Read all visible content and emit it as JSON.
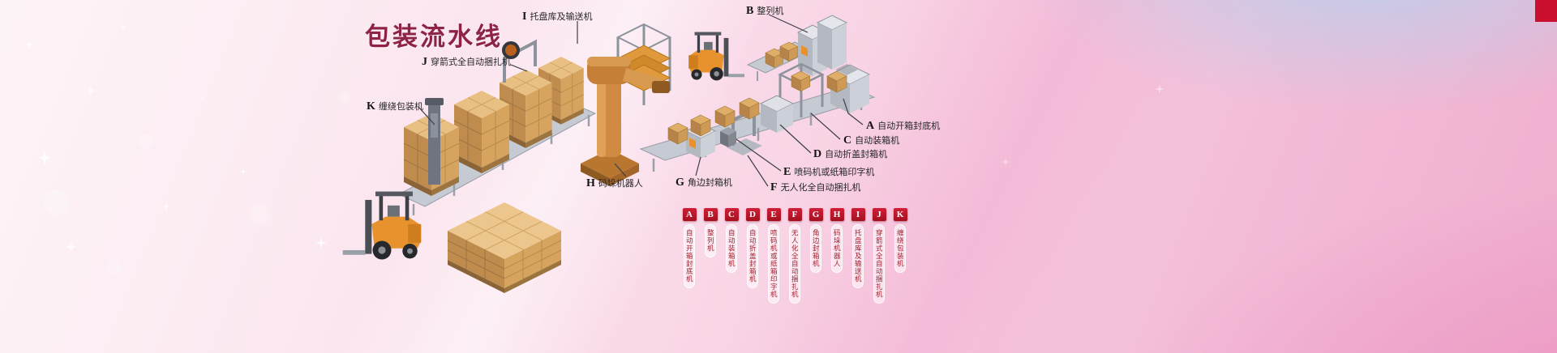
{
  "banner": {
    "title": "包装流水线"
  },
  "colors": {
    "title_text": "#8e2348",
    "legend_badge_bg": "#b5182d",
    "legend_badge_text": "#ffffff",
    "legend_label_text": "#a3202e",
    "callout_text": "#26262a",
    "corner_block": "#cb0f2e",
    "background_pink": "#f3bcd7",
    "background_blue": "#b7d0ee"
  },
  "machines": [
    {
      "letter": "A",
      "name": "自动开箱封底机"
    },
    {
      "letter": "B",
      "name": "整列机"
    },
    {
      "letter": "C",
      "name": "自动装箱机"
    },
    {
      "letter": "D",
      "name": "自动折盖封箱机"
    },
    {
      "letter": "E",
      "name": "喷码机或纸箱印字机"
    },
    {
      "letter": "F",
      "name": "无人化全自动捆扎机"
    },
    {
      "letter": "G",
      "name": "角边封箱机"
    },
    {
      "letter": "H",
      "name": "码垛机器人"
    },
    {
      "letter": "I",
      "name": "托盘库及输送机"
    },
    {
      "letter": "J",
      "name": "穿箭式全自动捆扎机"
    },
    {
      "letter": "K",
      "name": "缠绕包装机"
    }
  ],
  "illustration": {
    "objects": [
      "forklift-icon",
      "pallet-stack-icon",
      "large-box-stack-icon",
      "palletizing-robot-icon",
      "conveyor-icon",
      "machine-cabinet-icon",
      "strapping-arch-icon",
      "pallet-magazine-icon",
      "sparkle-icon"
    ]
  }
}
